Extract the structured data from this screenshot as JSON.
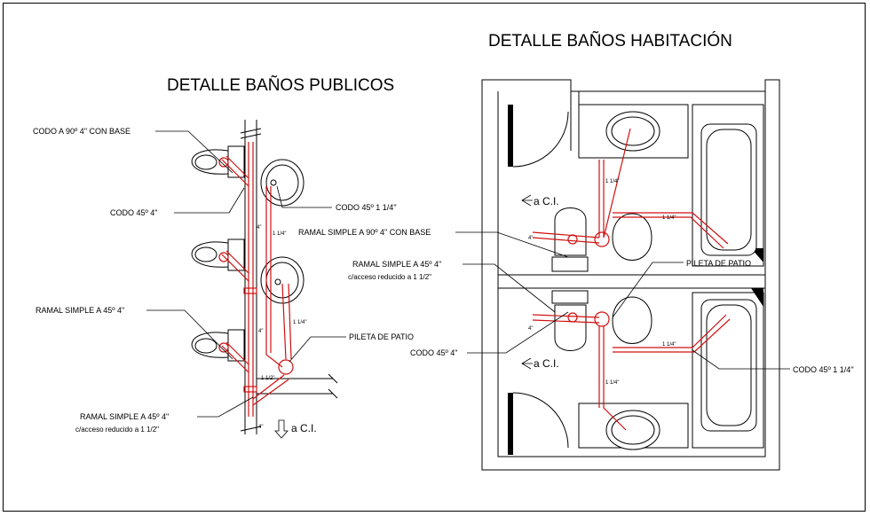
{
  "left": {
    "title": "DETALLE BAÑOS PUBLICOS",
    "labels": {
      "codo90": "CODO A 90º 4\" CON BASE",
      "codo45_4": "CODO 45º 4\"",
      "ramal45_4": "RAMAL SIMPLE  A 45º 4\"",
      "codo45_114": "CODO 45º 1 1/4\"",
      "pileta": "PILETA DE PATIO",
      "ramal_acceso": "RAMAL SIMPLE A 45º 4\"",
      "ramal_acceso_sub": "c/acceso reducido a 1 1/2\"",
      "ci": "a C.I."
    },
    "dims": {
      "d114a": "1 1/4\"",
      "d114b": "1 1/4\"",
      "d4a": "4\"",
      "d4b": "4\"",
      "d4c": "4\"",
      "d112": "1 1/2\""
    }
  },
  "right": {
    "title": "DETALLE BAÑOS HABITACIÓN",
    "labels": {
      "ramal90": "RAMAL SIMPLE A 90º 4\" CON BASE",
      "ramal45": "RAMAL SIMPLE A 45º 4\"",
      "ramal45_sub": "c/acceso reducido a 1 1/2\"",
      "codo45_4": "CODO 45º 4\"",
      "pileta": "PILETA DE PATIO",
      "codo45_114": "CODO 45º 1 1/4\"",
      "ci_top": "a C.I.",
      "ci_bottom": "a C.I."
    },
    "dims": {
      "t114a": "1 1/4\"",
      "t114b": "1 1/4\"",
      "t4": "4\"",
      "b4": "4\"",
      "b114a": "1 1/4\"",
      "b114b": "1 1/4\""
    }
  },
  "colors": {
    "pipe": "#d01010",
    "line": "#000000",
    "background": "#ffffff"
  }
}
